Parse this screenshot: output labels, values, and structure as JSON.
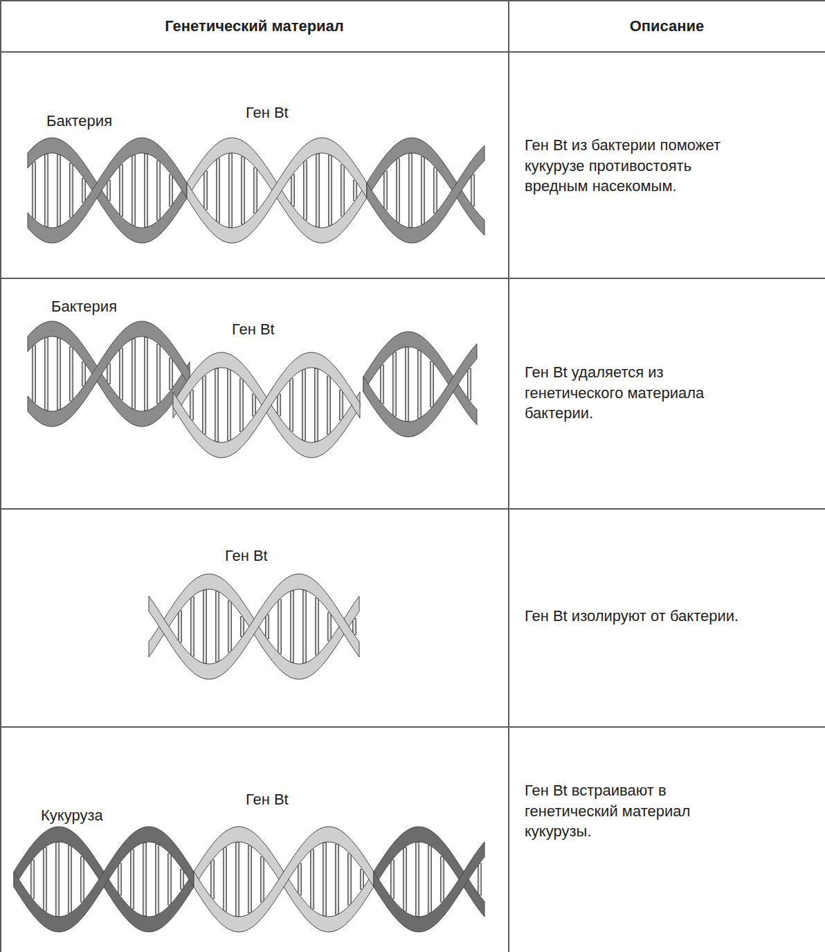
{
  "diagram": {
    "labels": [
      "Генетический материал",
      "Описание",
      "Бактерия",
      "Ген Bt",
      "Ген Bt из бактерии поможет кукурузе противостоять вредным насекомым.",
      "Бактерия",
      "Ген Bt",
      "Ген Bt удаляется из генетического материала бактерии.",
      "Ген Bt",
      "Ген Bt изолируют от бактерии.",
      "Кукуруза",
      "Ген Bt",
      "Ген Bt встраивают в генетический материал кукурузы."
    ]
  }
}
